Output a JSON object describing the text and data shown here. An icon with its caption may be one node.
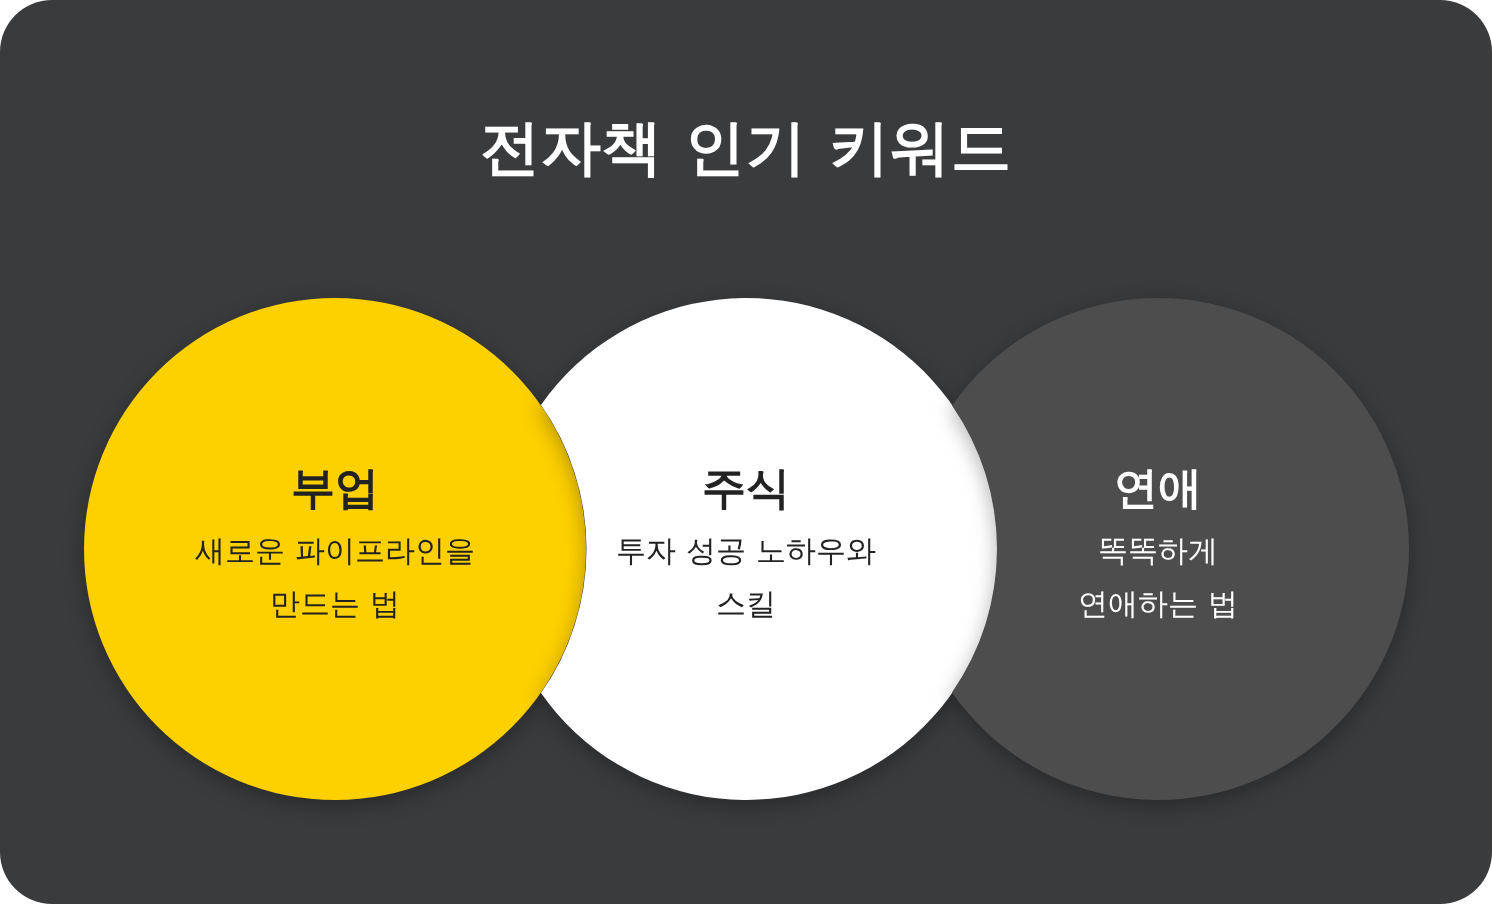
{
  "diagram": {
    "title": "전자책 인기 키워드",
    "nodes": [
      {
        "text": [
          "부업",
          "새로운 파이프라인을 만드는 법"
        ]
      },
      {
        "text": [
          "주식",
          "투자 성공 노하우와 스킬"
        ]
      },
      {
        "text": [
          "연애",
          "똑똑하게 연애하는 법"
        ]
      }
    ]
  }
}
